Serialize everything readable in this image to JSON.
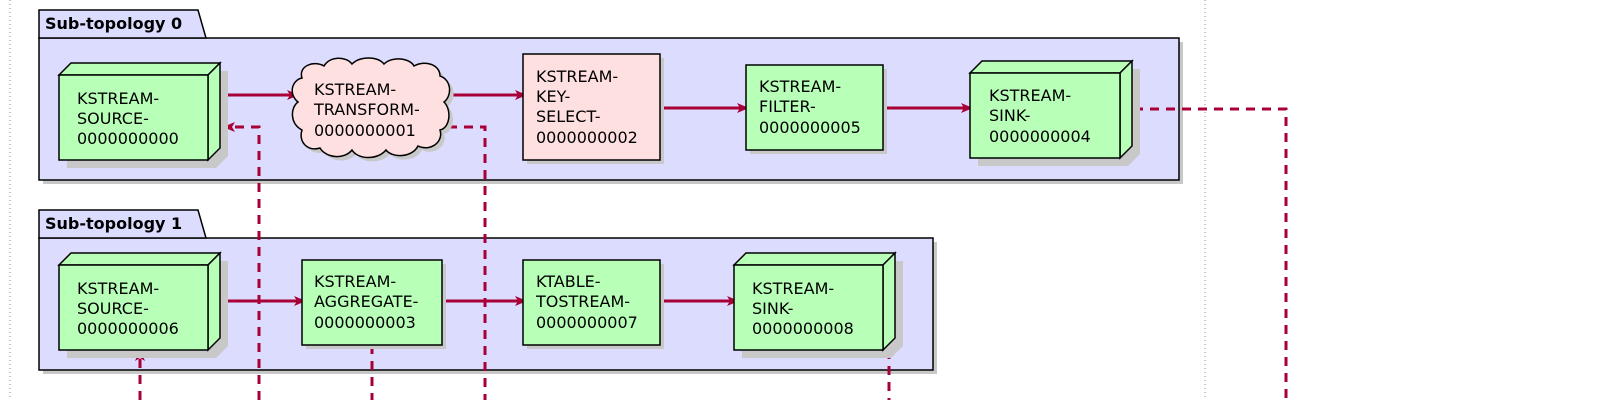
{
  "colors": {
    "package_fill": "#dcdcff",
    "source_sink_fill": "#b8ffb8",
    "transform_fill": "#ffe0e0",
    "edge": "#a80036",
    "shadow": "#c8c8c8"
  },
  "sub_topologies": [
    {
      "title": "Sub-topology 0",
      "nodes": [
        {
          "id": "n0-source",
          "kind": "node",
          "fill": "green",
          "lines": [
            "KSTREAM-",
            "SOURCE-",
            "0000000000"
          ]
        },
        {
          "id": "n0-transform",
          "kind": "cloud",
          "fill": "pink",
          "lines": [
            "KSTREAM-",
            "TRANSFORM-",
            "0000000001"
          ]
        },
        {
          "id": "n0-keyselect",
          "kind": "rect",
          "fill": "pink",
          "lines": [
            "KSTREAM-",
            "KEY-",
            "SELECT-",
            "0000000002"
          ]
        },
        {
          "id": "n0-filter",
          "kind": "rect",
          "fill": "green",
          "lines": [
            "KSTREAM-",
            "FILTER-",
            "0000000005"
          ]
        },
        {
          "id": "n0-sink",
          "kind": "node",
          "fill": "green",
          "lines": [
            "KSTREAM-",
            "SINK-",
            "0000000004"
          ]
        }
      ]
    },
    {
      "title": "Sub-topology 1",
      "nodes": [
        {
          "id": "n1-source",
          "kind": "node",
          "fill": "green",
          "lines": [
            "KSTREAM-",
            "SOURCE-",
            "0000000006"
          ]
        },
        {
          "id": "n1-aggregate",
          "kind": "rect",
          "fill": "green",
          "lines": [
            "KSTREAM-",
            "AGGREGATE-",
            "0000000003"
          ]
        },
        {
          "id": "n1-totream",
          "kind": "rect",
          "fill": "green",
          "lines": [
            "KTABLE-",
            "TOSTREAM-",
            "0000000007"
          ]
        },
        {
          "id": "n1-sink",
          "kind": "node",
          "fill": "green",
          "lines": [
            "KSTREAM-",
            "SINK-",
            "0000000008"
          ]
        }
      ]
    }
  ]
}
